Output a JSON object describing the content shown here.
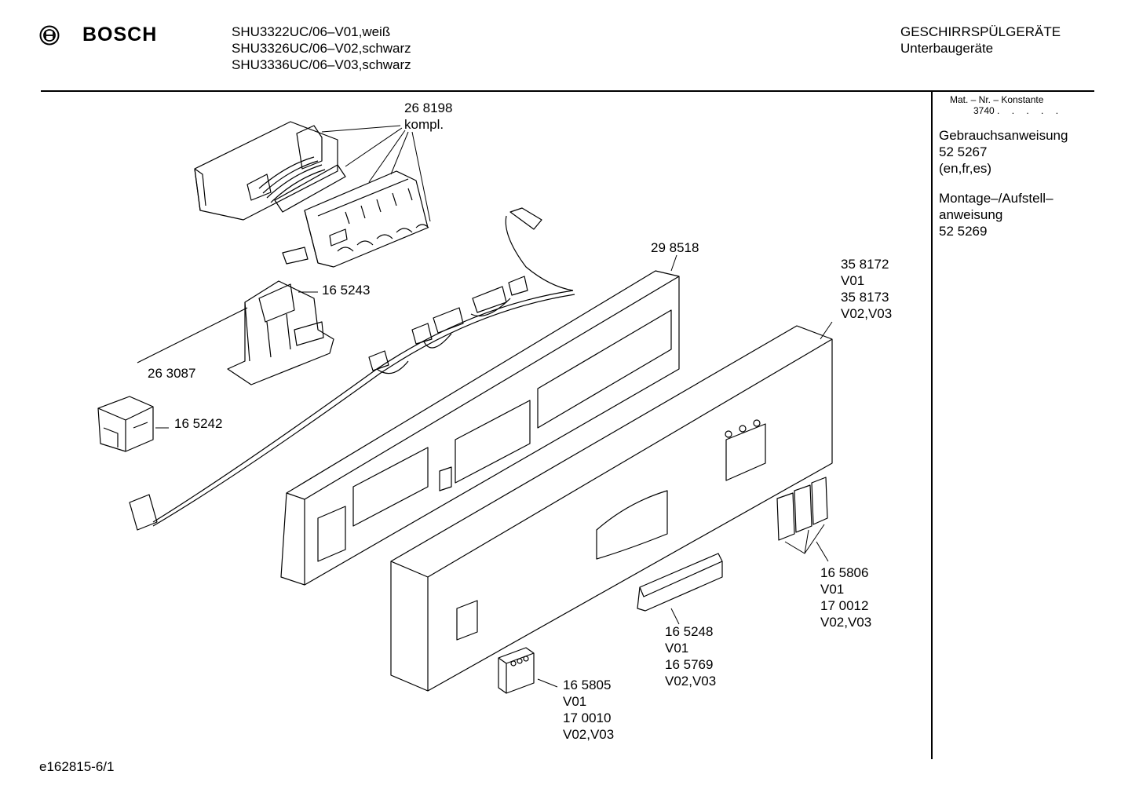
{
  "header": {
    "brand": "BOSCH",
    "models": [
      "SHU3322UC/06–V01,weiß",
      "SHU3326UC/06–V02,schwarz",
      "SHU3336UC/06–V03,schwarz"
    ],
    "category": "GESCHIRRSPÜLGERÄTE",
    "subcategory": "Unterbaugeräte"
  },
  "sidebar": {
    "mat_label": "Mat. – Nr. – Konstante",
    "mat_value": "3740",
    "mat_dots": ". . . . .",
    "manual_title": "Gebrauchsanweisung",
    "manual_number": "52 5267",
    "manual_langs": "(en,fr,es)",
    "mount_title_1": "Montage–/Aufstell–",
    "mount_title_2": "anweisung",
    "mount_number": "52 5269"
  },
  "callouts": {
    "c268198": [
      "26 8198",
      "kompl."
    ],
    "c298518": [
      "29 8518"
    ],
    "c165243": [
      "16 5243"
    ],
    "c263087": [
      "26 3087"
    ],
    "c165242": [
      "16 5242"
    ],
    "c358172": [
      "35 8172",
      "V01",
      "35 8173",
      "V02,V03"
    ],
    "c165806": [
      "16 5806",
      "V01",
      "17 0012",
      "V02,V03"
    ],
    "c165248": [
      "16 5248",
      "V01",
      "16 5769",
      "V02,V03"
    ],
    "c165805": [
      "16 5805",
      "V01",
      "17 0010",
      "V02,V03"
    ]
  },
  "footer": {
    "drawing_id": "e162815-6/1"
  }
}
